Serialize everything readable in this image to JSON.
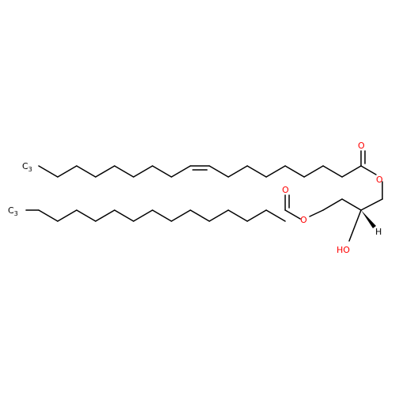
{
  "colors": {
    "bond": "#000000",
    "oxygen": "#ff0000",
    "carbon_label": "#000000",
    "background": "#ffffff"
  },
  "atoms": {
    "ch3_upper": {
      "element": "C",
      "hydrogens": "3"
    },
    "ch3_lower": {
      "element": "C",
      "hydrogens": "3"
    },
    "o_carbonyl_upper": {
      "text": "O"
    },
    "o_ester_upper": {
      "text": "O"
    },
    "o_carbonyl_lower": {
      "text": "O"
    },
    "o_ester_lower": {
      "text": "O"
    },
    "hydroxyl": {
      "text": "HO"
    },
    "stereo_h": {
      "text": "H"
    }
  }
}
